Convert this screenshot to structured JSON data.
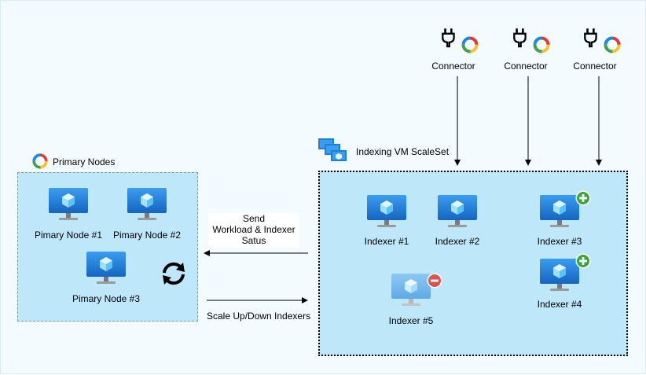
{
  "primary": {
    "title": "Primary Nodes",
    "nodes": [
      "Pimary Node #1",
      "Pimary Node #2",
      "Pimary Node #3"
    ]
  },
  "indexing": {
    "title": "Indexing VM ScaleSet",
    "indexers": [
      "Indexer #1",
      "Indexer #2",
      "Indexer #3",
      "Indexer #4",
      "Indexer #5"
    ]
  },
  "connectors": [
    "Connector",
    "Connector",
    "Connector"
  ],
  "messages": {
    "send_line1": "Send",
    "send_line2": "Workload  & Indexer",
    "send_line3": "Satus",
    "scale": "Scale Up/Down Indexers"
  },
  "colors": {
    "box_fill": "#bfe7fa",
    "vm_blue": "#1f7fd6",
    "add_badge": "#3aa53a",
    "remove_badge": "#d9534f"
  }
}
